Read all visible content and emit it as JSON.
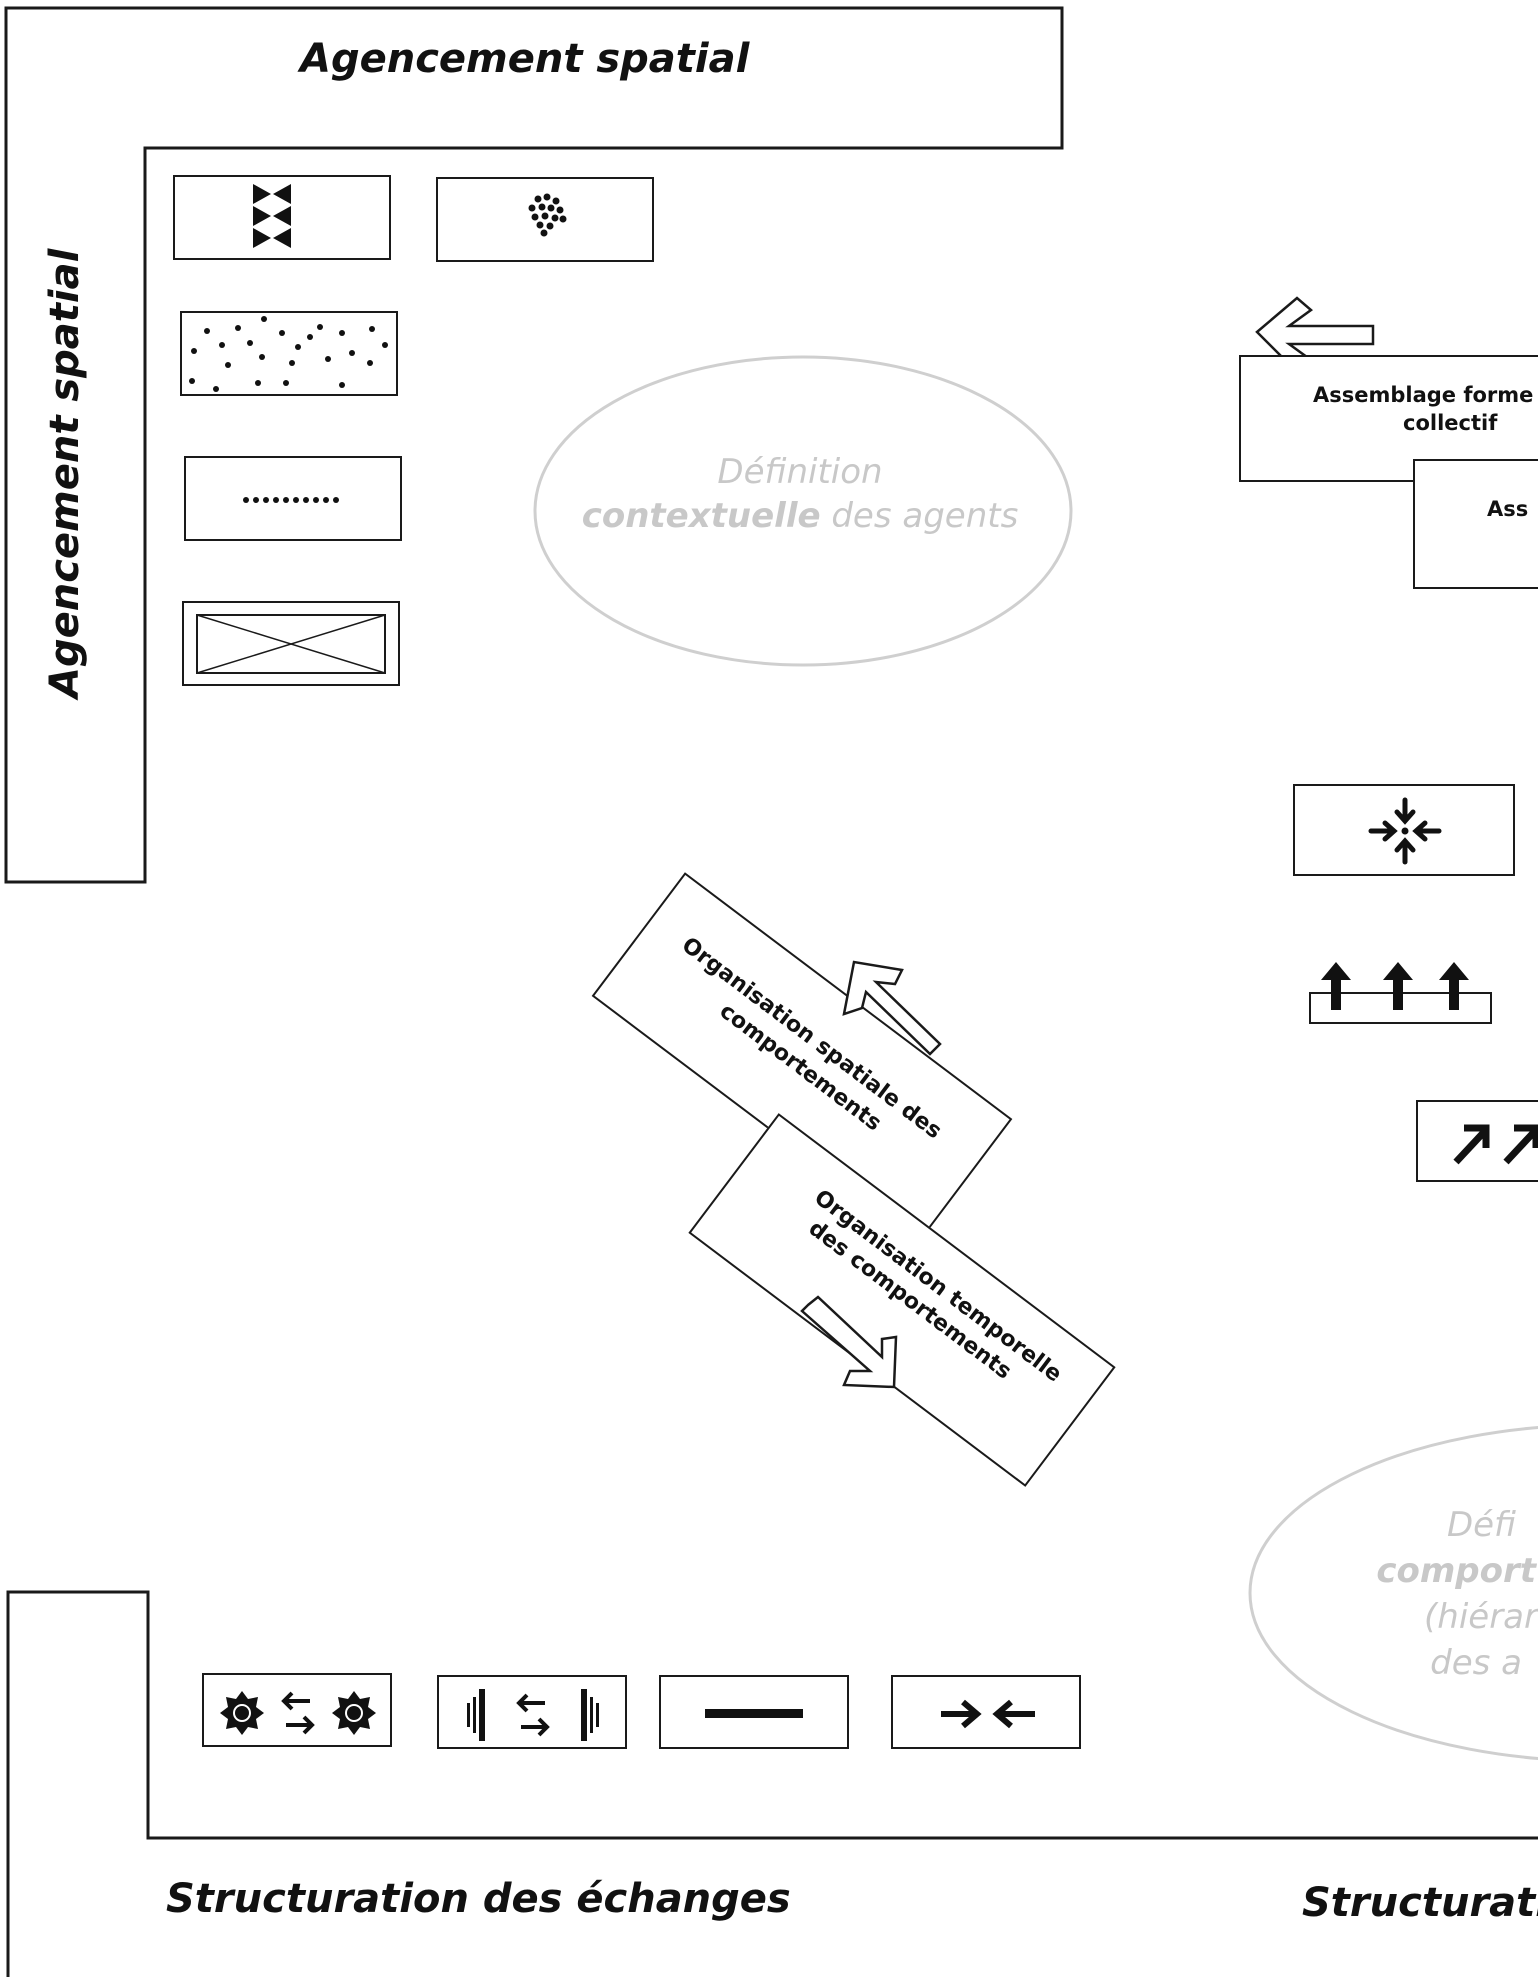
{
  "labels": {
    "top_axis": "Agencement spatial",
    "left_axis": "Agencement spatial",
    "bottom_axis_left": "Structuration des échanges",
    "bottom_axis_right": "Structurati"
  },
  "ellipses": {
    "context": {
      "line1": "Définition",
      "line2_bold": "contextuelle",
      "line2_rest": " des agents"
    },
    "behavior": {
      "line1": "Défi",
      "line2": "comport",
      "line3": "(hiérar",
      "line4": "des a"
    }
  },
  "boxes": {
    "assemblage_1": {
      "line1": "Assemblage forme",
      "line2": "collectif"
    },
    "assemblage_2": {
      "line1": "Ass"
    },
    "org_spatiale": {
      "line1": "Organisation spatiale des",
      "line2": "comportements"
    },
    "org_temporelle": {
      "line1": "Organisation temporelle",
      "line2": "des comportements"
    }
  },
  "icons": {
    "triangles": "bowtie-pattern-icon",
    "cluster": "dot-cluster-icon",
    "scattered": "scattered-dots-icon",
    "dotted_line": "dotted-line-icon",
    "crossed": "crossed-rectangle-icon",
    "converge": "converging-arrows-icon",
    "up_arrows": "up-arrows-icon",
    "diagonal_arrows": "diagonal-arrows-icon",
    "exchange_sun": "sun-exchange-icon",
    "exchange_bars": "bars-exchange-icon",
    "solid_line": "solid-line-icon",
    "facing_arrows": "facing-arrows-icon"
  },
  "colors": {
    "stroke": "#1a1a1a",
    "ghost": "#c8c8c8"
  }
}
